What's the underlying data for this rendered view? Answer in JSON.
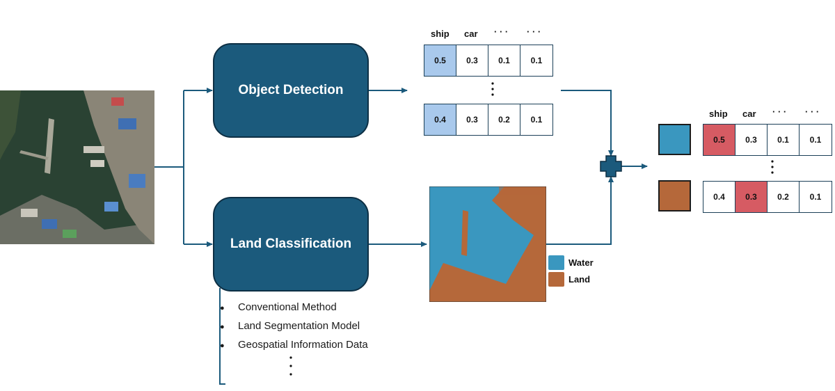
{
  "input_image": {
    "icon": "satellite-harbor-image"
  },
  "object_detection": {
    "label": "Object Detection"
  },
  "land_classification": {
    "label": "Land Classification",
    "methods": [
      "Conventional Method",
      "Land Segmentation Model",
      "Geospatial Information Data"
    ]
  },
  "detection_table": {
    "headers": [
      "ship",
      "car",
      "· · ·",
      "· · ·"
    ],
    "rows": [
      [
        "0.5",
        "0.3",
        "0.1",
        "0.1"
      ],
      [
        "0.4",
        "0.3",
        "0.2",
        "0.1"
      ]
    ]
  },
  "segmentation_map": {
    "icon": "segmentation-map-image",
    "legend": [
      {
        "label": "Water",
        "color": "#3a97bf"
      },
      {
        "label": "Land",
        "color": "#b5683a"
      }
    ]
  },
  "combiner": {
    "icon": "plus-icon"
  },
  "output_table": {
    "headers": [
      "ship",
      "car",
      "· · ·",
      "· · ·"
    ],
    "rows": [
      {
        "class_color": "#3a97bf",
        "values": [
          "0.5",
          "0.3",
          "0.1",
          "0.1"
        ]
      },
      {
        "class_color": "#b5683a",
        "values": [
          "0.4",
          "0.3",
          "0.2",
          "0.1"
        ]
      }
    ]
  },
  "colors": {
    "box_fill": "#1b5a7c",
    "arrow": "#1b5a7c",
    "detection_highlight": "#a9c9ec",
    "output_highlight": "#d65b63",
    "water": "#3a97bf",
    "land": "#b5683a"
  }
}
